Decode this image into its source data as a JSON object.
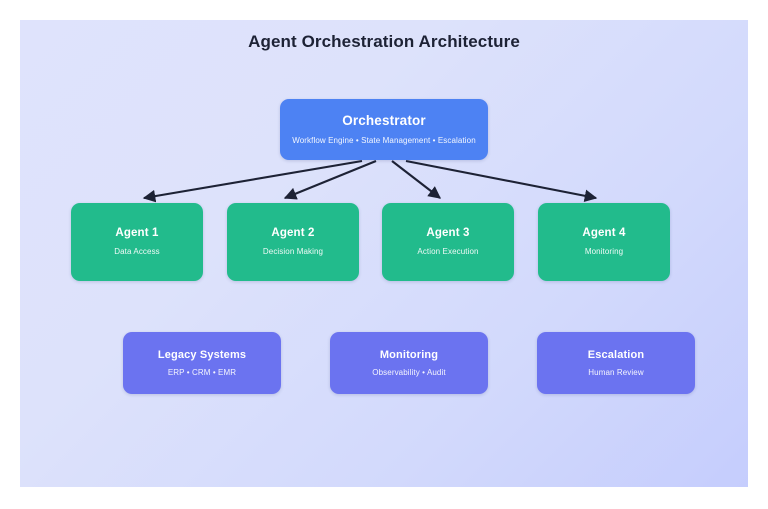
{
  "diagram": {
    "title": "Agent Orchestration Architecture",
    "background": {
      "panel_gradient_start": "#dfe3fc",
      "panel_gradient_end": "#c5cdfd",
      "page": "#ffffff"
    },
    "colors": {
      "orchestrator": "#4d82f3",
      "agent": "#22bb8c",
      "support": "#6b73f0",
      "edge": "#1d2235",
      "title_text": "#1d2235",
      "node_text": "#ffffff"
    },
    "orchestrator": {
      "title": "Orchestrator",
      "subtitle": "Workflow Engine • State Management • Escalation"
    },
    "agents": [
      {
        "title": "Agent 1",
        "subtitle": "Data Access"
      },
      {
        "title": "Agent 2",
        "subtitle": "Decision Making"
      },
      {
        "title": "Agent 3",
        "subtitle": "Action Execution"
      },
      {
        "title": "Agent 4",
        "subtitle": "Monitoring"
      }
    ],
    "support": [
      {
        "title": "Legacy Systems",
        "subtitle": "ERP • CRM • EMR"
      },
      {
        "title": "Monitoring",
        "subtitle": "Observability • Audit"
      },
      {
        "title": "Escalation",
        "subtitle": "Human Review"
      }
    ],
    "edges": [
      {
        "from": "Orchestrator",
        "to": "Agent 1",
        "style": "arrow"
      },
      {
        "from": "Orchestrator",
        "to": "Agent 2",
        "style": "arrow"
      },
      {
        "from": "Orchestrator",
        "to": "Agent 3",
        "style": "arrow"
      },
      {
        "from": "Orchestrator",
        "to": "Agent 4",
        "style": "arrow"
      }
    ]
  }
}
